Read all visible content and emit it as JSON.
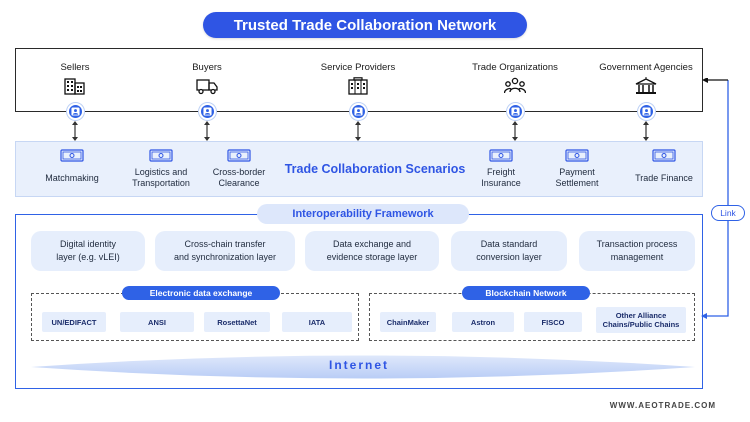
{
  "title": "Trusted Trade Collaboration Network",
  "participants": [
    {
      "label": "Sellers",
      "icon": "building-icon"
    },
    {
      "label": "Buyers",
      "icon": "truck-icon"
    },
    {
      "label": "Service Providers",
      "icon": "office-icon"
    },
    {
      "label": "Trade Organizations",
      "icon": "people-group-icon"
    },
    {
      "label": "Government Agencies",
      "icon": "government-building-icon"
    }
  ],
  "scenarios": {
    "title": "Trade Collaboration Scenarios",
    "items": [
      {
        "line1": "Matchmaking",
        "line2": ""
      },
      {
        "line1": "Logistics and",
        "line2": "Transportation"
      },
      {
        "line1": "Cross-border",
        "line2": "Clearance"
      },
      {
        "line1": "Freight",
        "line2": "Insurance"
      },
      {
        "line1": "Payment",
        "line2": "Settlement"
      },
      {
        "line1": "Trade Finance",
        "line2": ""
      }
    ]
  },
  "interop": {
    "title": "Interoperability Framework",
    "layers": [
      {
        "line1": "Digital identity",
        "line2": "layer (e.g. vLEI)"
      },
      {
        "line1": "Cross-chain transfer",
        "line2": "and synchronization layer"
      },
      {
        "line1": "Data exchange and",
        "line2": "evidence storage layer"
      },
      {
        "line1": "Data standard",
        "line2": "conversion layer"
      },
      {
        "line1": "Transaction process",
        "line2": "management"
      }
    ],
    "edx": {
      "title": "Electronic data exchange",
      "items": [
        "UN/EDIFACT",
        "ANSI",
        "RosettaNet",
        "IATA"
      ]
    },
    "blockchain": {
      "title": "Blockchain Network",
      "items": [
        {
          "line1": "ChainMaker",
          "line2": ""
        },
        {
          "line1": "Astron",
          "line2": ""
        },
        {
          "line1": "FISCO",
          "line2": ""
        },
        {
          "line1": "Other Alliance",
          "line2": "Chains/Public Chains"
        }
      ]
    }
  },
  "internet": "Internet",
  "link": "Link",
  "website": "WWW.AEOTRADE.COM",
  "colors": {
    "primary": "#2f55e4",
    "light": "#e6eefc",
    "band": "#e9f0fc"
  }
}
